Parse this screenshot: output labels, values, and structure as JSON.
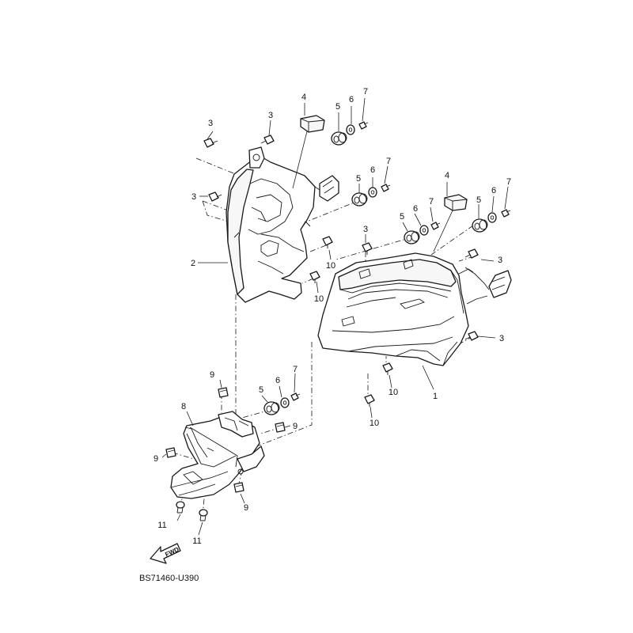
{
  "diagram": {
    "reference_code": "BS71460-U390",
    "fwd_label": "FWD",
    "callouts": [
      {
        "id": "c-1",
        "label": "1"
      },
      {
        "id": "c-2",
        "label": "2"
      },
      {
        "id": "c-3a",
        "label": "3"
      },
      {
        "id": "c-3b",
        "label": "3"
      },
      {
        "id": "c-3c",
        "label": "3"
      },
      {
        "id": "c-3d",
        "label": "3"
      },
      {
        "id": "c-3e",
        "label": "3"
      },
      {
        "id": "c-3f",
        "label": "3"
      },
      {
        "id": "c-4a",
        "label": "4"
      },
      {
        "id": "c-4b",
        "label": "4"
      },
      {
        "id": "c-5a",
        "label": "5"
      },
      {
        "id": "c-5b",
        "label": "5"
      },
      {
        "id": "c-5c",
        "label": "5"
      },
      {
        "id": "c-5d",
        "label": "5"
      },
      {
        "id": "c-5e",
        "label": "5"
      },
      {
        "id": "c-6a",
        "label": "6"
      },
      {
        "id": "c-6b",
        "label": "6"
      },
      {
        "id": "c-6c",
        "label": "6"
      },
      {
        "id": "c-6d",
        "label": "6"
      },
      {
        "id": "c-6e",
        "label": "6"
      },
      {
        "id": "c-7a",
        "label": "7"
      },
      {
        "id": "c-7b",
        "label": "7"
      },
      {
        "id": "c-7c",
        "label": "7"
      },
      {
        "id": "c-7d",
        "label": "7"
      },
      {
        "id": "c-7e",
        "label": "7"
      },
      {
        "id": "c-8",
        "label": "8"
      },
      {
        "id": "c-9a",
        "label": "9"
      },
      {
        "id": "c-9b",
        "label": "9"
      },
      {
        "id": "c-9c",
        "label": "9"
      },
      {
        "id": "c-9d",
        "label": "9"
      },
      {
        "id": "c-10a",
        "label": "10"
      },
      {
        "id": "c-10b",
        "label": "10"
      },
      {
        "id": "c-10c",
        "label": "10"
      },
      {
        "id": "c-10d",
        "label": "10"
      },
      {
        "id": "c-11a",
        "label": "11"
      },
      {
        "id": "c-11b",
        "label": "11"
      }
    ]
  }
}
